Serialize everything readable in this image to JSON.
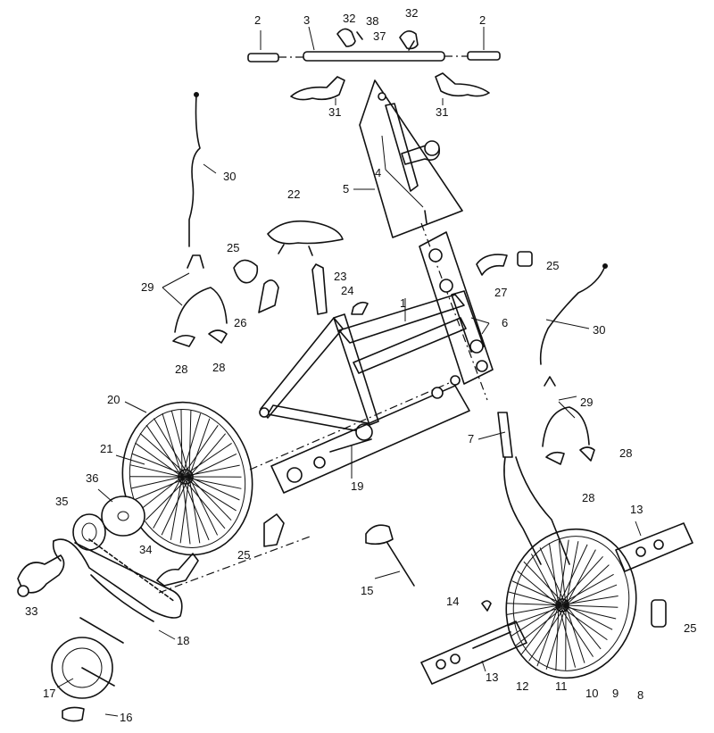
{
  "callouts": {
    "c1": "1",
    "c2a": "2",
    "c2b": "2",
    "c3": "3",
    "c4": "4",
    "c5": "5",
    "c6": "6",
    "c7": "7",
    "c8": "8",
    "c9": "9",
    "c10": "10",
    "c11": "11",
    "c12": "12",
    "c13a": "13",
    "c13b": "13",
    "c14": "14",
    "c15": "15",
    "c16": "16",
    "c17": "17",
    "c18": "18",
    "c19": "19",
    "c20": "20",
    "c21": "21",
    "c22": "22",
    "c23": "23",
    "c24": "24",
    "c25a": "25",
    "c25b": "25",
    "c25c": "25",
    "c25d": "25",
    "c26": "26",
    "c27": "27",
    "c28a": "28",
    "c28b": "28",
    "c28c": "28",
    "c28d": "28",
    "c29a": "29",
    "c29b": "29",
    "c30a": "30",
    "c30b": "30",
    "c31a": "31",
    "c31b": "31",
    "c32a": "32",
    "c32b": "32",
    "c33": "33",
    "c34": "34",
    "c35": "35",
    "c36": "36",
    "c37": "37",
    "c38": "38"
  }
}
